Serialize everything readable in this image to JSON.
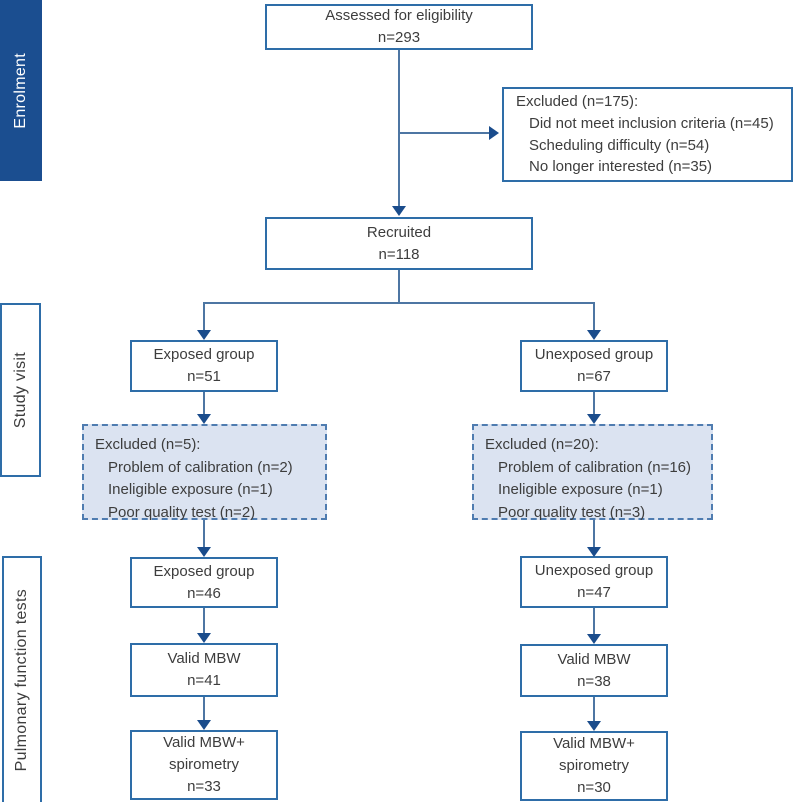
{
  "palette": {
    "box_border": "#2e6da8",
    "stage_fill": "#1b4e90",
    "dashed_fill": "#dbe3f1",
    "dashed_border": "#4f7cb0",
    "line": "#4d76a3",
    "arrowhead": "#1a4c8c",
    "text": "#3d3d3d"
  },
  "sidebar": {
    "enrolment": "Enrolment",
    "study_visit": "Study visit",
    "pft": "Pulmonary function tests"
  },
  "boxes": {
    "assessed": {
      "line1": "Assessed for eligibility",
      "line2": "n=293"
    },
    "excluded_top": {
      "title": "Excluded (n=175):",
      "items": [
        "Did not meet inclusion criteria (n=45)",
        "Scheduling difficulty (n=54)",
        "No longer interested (n=35)"
      ]
    },
    "recruited": {
      "line1": "Recruited",
      "line2": "n=118"
    },
    "exposed": {
      "line1": "Exposed group",
      "line2": "n=51"
    },
    "unexposed": {
      "line1": "Unexposed group",
      "line2": "n=67"
    },
    "excluded_exposed": {
      "title": "Excluded (n=5):",
      "items": [
        "Problem of calibration (n=2)",
        "Ineligible exposure (n=1)",
        "Poor quality test (n=2)"
      ]
    },
    "excluded_unexposed": {
      "title": "Excluded (n=20):",
      "items": [
        "Problem of calibration (n=16)",
        "Ineligible exposure (n=1)",
        "Poor quality test (n=3)"
      ]
    },
    "exposed_after": {
      "line1": "Exposed group",
      "line2": "n=46"
    },
    "unexposed_after": {
      "line1": "Unexposed group",
      "line2": "n=47"
    },
    "mbw_exposed": {
      "line1": "Valid MBW",
      "line2": "n=41"
    },
    "mbw_unexposed": {
      "line1": "Valid MBW",
      "line2": "n=38"
    },
    "mbw_spiro_exposed": {
      "line1": "Valid MBW+",
      "line2": "spirometry",
      "line3": "n=33"
    },
    "mbw_spiro_unexposed": {
      "line1": "Valid MBW+",
      "line2": "spirometry",
      "line3": "n=30"
    }
  }
}
